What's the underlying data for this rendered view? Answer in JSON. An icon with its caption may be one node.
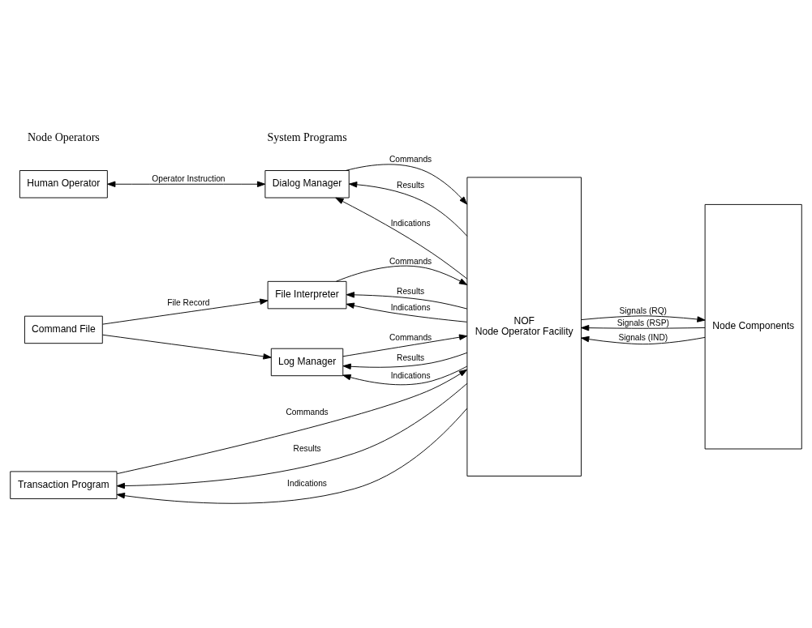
{
  "diagram": {
    "nodes": [
      {
        "text": [
          "Human Operator"
        ]
      },
      {
        "text": [
          "Dialog Manager"
        ]
      },
      {
        "text": [
          "NOF",
          "Node Operator Facility"
        ]
      },
      {
        "text": [
          "Command File"
        ]
      },
      {
        "text": [
          "File Interpreter"
        ]
      },
      {
        "text": [
          "Log Manager"
        ]
      },
      {
        "text": [
          "Transaction Program"
        ]
      },
      {
        "text": [
          "Node Components"
        ]
      }
    ],
    "edges": [
      {
        "from": 0,
        "to": 1,
        "arrow": "both",
        "label": "Operator Instruction"
      },
      {
        "from": 1,
        "to": 2,
        "arrow": "to",
        "label": "Commands"
      },
      {
        "from": 2,
        "to": 1,
        "arrow": "to",
        "label": "Results"
      },
      {
        "from": 2,
        "to": 1,
        "arrow": "to",
        "label": "Indications"
      },
      {
        "from": 3,
        "to": 4,
        "arrow": "to",
        "label": "File Record"
      },
      {
        "from": 3,
        "to": 5,
        "arrow": "to"
      },
      {
        "from": 4,
        "to": 2,
        "arrow": "to",
        "label": "Commands"
      },
      {
        "from": 2,
        "to": 4,
        "arrow": "to",
        "label": "Results"
      },
      {
        "from": 2,
        "to": 4,
        "arrow": "to",
        "label": "Indications"
      },
      {
        "from": 5,
        "to": 2,
        "arrow": "to",
        "label": "Commands"
      },
      {
        "from": 2,
        "to": 5,
        "arrow": "to",
        "label": "Results"
      },
      {
        "from": 2,
        "to": 5,
        "arrow": "to",
        "label": "Indications"
      },
      {
        "from": 6,
        "to": 2,
        "arrow": "to",
        "label": "Commands"
      },
      {
        "from": 2,
        "to": 6,
        "arrow": "to",
        "label": "Results"
      },
      {
        "from": 2,
        "to": 6,
        "arrow": "to",
        "label": "Indications"
      },
      {
        "from": 2,
        "to": 7,
        "arrow": "to",
        "label": "Signals (RQ)"
      },
      {
        "from": 7,
        "to": 2,
        "arrow": "to",
        "label": "Signals (RSP)"
      },
      {
        "from": 7,
        "to": 2,
        "arrow": "to",
        "label": "Signals (IND)"
      }
    ],
    "labels": [
      "Node Operators",
      "System Programs"
    ]
  }
}
